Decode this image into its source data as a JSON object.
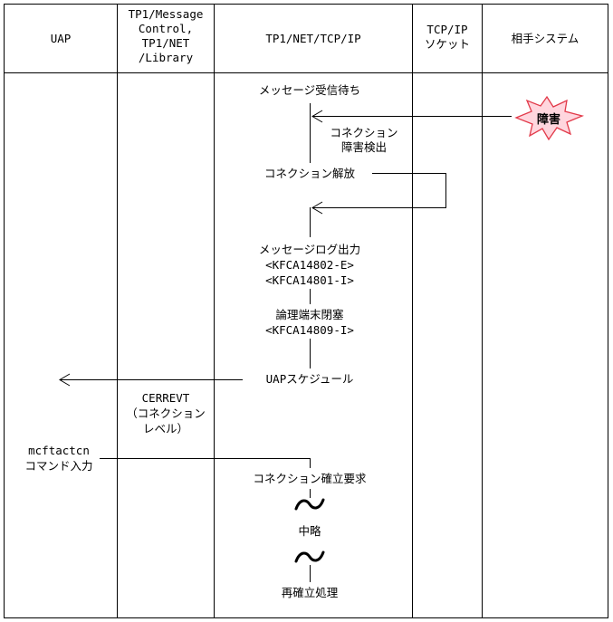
{
  "columns": [
    {
      "lines": [
        "UAP"
      ]
    },
    {
      "lines": [
        "TP1/Message",
        "Control,",
        "TP1/NET",
        "/Library"
      ]
    },
    {
      "lines": [
        "TP1/NET/TCP/IP"
      ]
    },
    {
      "lines": [
        "TCP/IP",
        "ソケット"
      ]
    },
    {
      "lines": [
        "相手システム"
      ]
    }
  ],
  "steps": {
    "wait": "メッセージ受信待ち",
    "fault": "障害",
    "detect": [
      "コネクション",
      "障害検出"
    ],
    "release": "コネクション解放",
    "log": [
      "メッセージログ出力",
      "<KFCA14802-E>",
      "<KFCA14801-I>"
    ],
    "logical": [
      "論理端末閉塞",
      "<KFCA14809-I>"
    ],
    "schedule": "UAPスケジュール",
    "event": [
      "CERREVT",
      "（コネクション",
      "レベル）"
    ],
    "command": [
      "mcftactcn",
      "コマンド入力"
    ],
    "connect": "コネクション確立要求",
    "omit": "中略",
    "reconnect": "再確立処理"
  }
}
